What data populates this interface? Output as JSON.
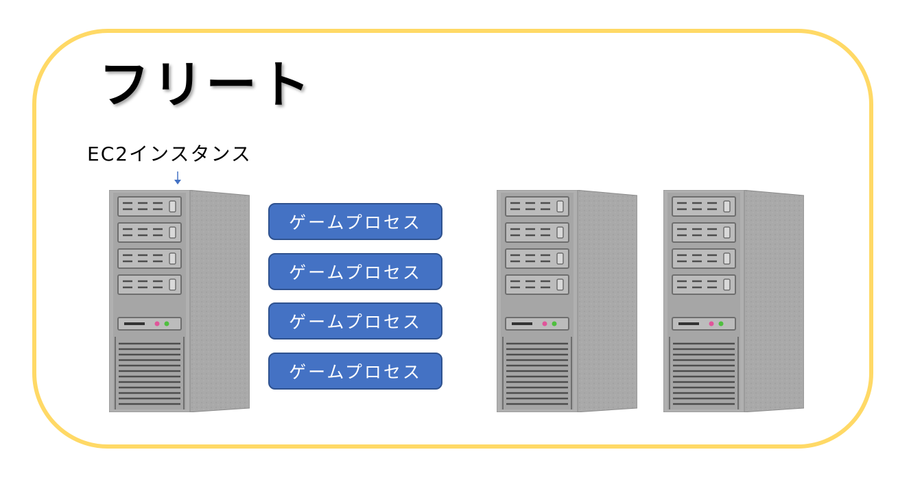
{
  "diagram": {
    "title": "フリート",
    "instance_label": "EC2インスタンス",
    "processes": [
      {
        "label": "ゲームプロセス"
      },
      {
        "label": "ゲームプロセス"
      },
      {
        "label": "ゲームプロセス"
      },
      {
        "label": "ゲームプロセス"
      }
    ],
    "server_icon": "server-tower-icon",
    "server_count": 3
  },
  "colors": {
    "frame_border": "#ffd966",
    "process_fill": "#4472c4",
    "process_border": "#2f528f",
    "arrow": "#4472c4"
  }
}
